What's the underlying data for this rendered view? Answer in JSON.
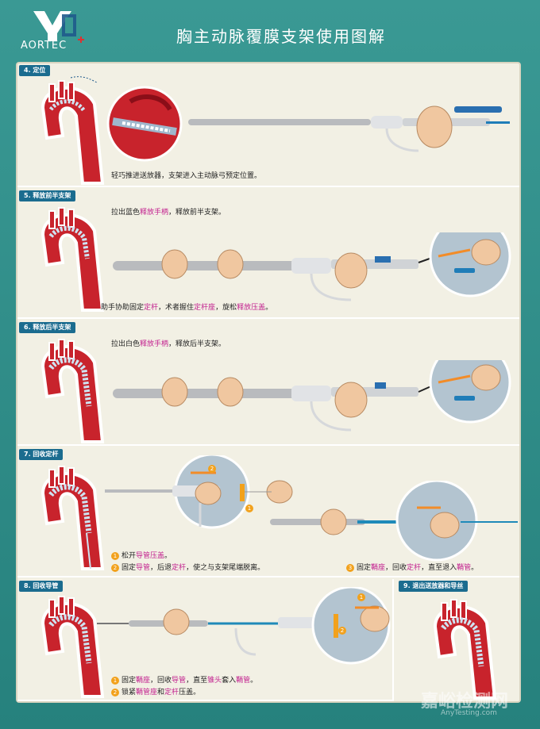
{
  "header": {
    "logo_text": "AORTEC",
    "title": "胸主动脉覆膜支架使用图解"
  },
  "steps": {
    "s4": {
      "label": "4. 定位",
      "caption": "轻巧推进送放器，支架进入主动脉弓预定位置。"
    },
    "s5": {
      "label": "5. 释放前半支架",
      "cap1_a": "拉出蓝色",
      "cap1_hl": "释放手柄",
      "cap1_b": "，释放前半支架。",
      "cap2_a": "助手协助固定",
      "cap2_hl1": "定杆",
      "cap2_b": "，术者握住",
      "cap2_hl2": "定杆座",
      "cap2_c": "，旋松",
      "cap2_hl3": "释放压盖",
      "cap2_d": "。"
    },
    "s6": {
      "label": "6. 释放后半支架",
      "cap_a": "拉出白色",
      "cap_hl": "释放手柄",
      "cap_b": "，释放后半支架。"
    },
    "s7": {
      "label": "7. 回收定杆",
      "n1": "1",
      "i1_a": "松开",
      "i1_hl": "导管压盖",
      "i1_b": "。",
      "n2": "2",
      "i2_a": "固定",
      "i2_hl1": "导管",
      "i2_b": "，后退",
      "i2_hl2": "定杆",
      "i2_c": "，使之与支架尾端脱离。",
      "n3": "3",
      "i3_a": "固定",
      "i3_hl1": "鞘座",
      "i3_b": "，回收",
      "i3_hl2": "定杆",
      "i3_c": "，直至退入",
      "i3_hl3": "鞘管",
      "i3_d": "。",
      "inset_n1": "2",
      "inset_n2": "1"
    },
    "s8": {
      "label": "8. 回收导管",
      "n1": "1",
      "i1_a": "固定",
      "i1_hl1": "鞘座",
      "i1_b": "，回收",
      "i1_hl2": "导管",
      "i1_c": "，直至",
      "i1_hl3": "锥头",
      "i1_d": "套入",
      "i1_hl4": "鞘管",
      "i1_e": "。",
      "n2": "2",
      "i2_a": "锁紧",
      "i2_hl1": "鞘管座",
      "i2_b": "和",
      "i2_hl2": "定杆",
      "i2_c": "压盖。",
      "inset_n1": "1",
      "inset_n2": "2"
    },
    "s9": {
      "label": "9. 退出送放器和导丝"
    }
  },
  "watermark": {
    "text": "嘉峪检测网",
    "sub": "AnyTesting.com"
  },
  "colors": {
    "background": "#2f8a86",
    "panel": "#f2f0e4",
    "badge": "#1b6c8f",
    "highlight": "#c21f8e",
    "number": "#f2a11c",
    "aorta": "#c8232c"
  }
}
